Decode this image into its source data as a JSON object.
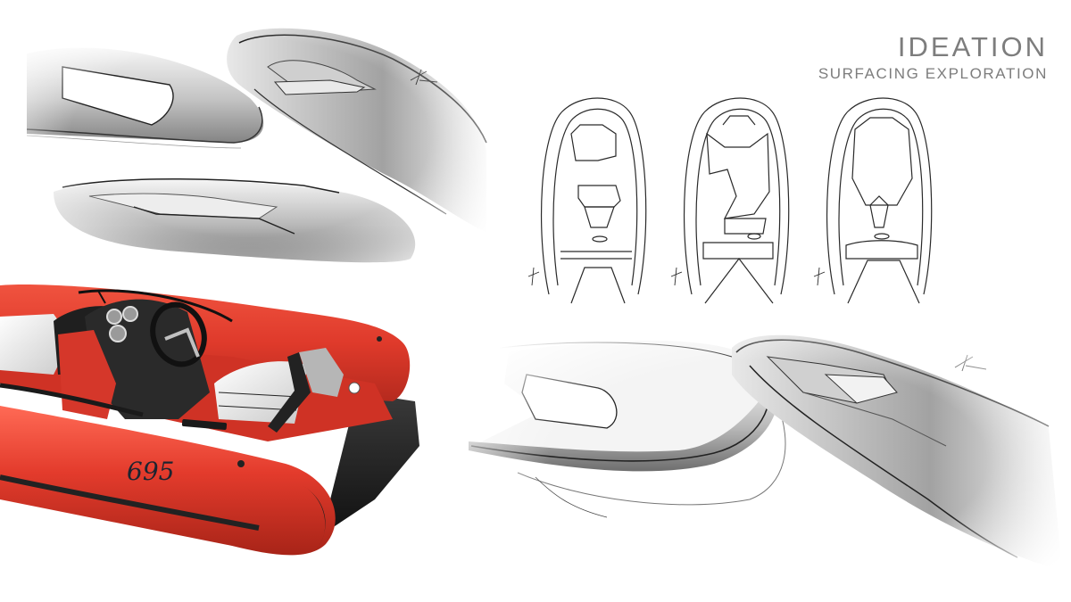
{
  "header": {
    "title": "IDEATION",
    "subtitle": "SURFACING EXPLORATION"
  },
  "boat_photo": {
    "model_number": "695",
    "hull_color": "#e0392c",
    "accent_color": "#1f1f1f",
    "seat_color": "#e9e9e9"
  },
  "sketches": {
    "top_left": "surfacing-sketch-hull-perspectives",
    "top_right": "plan-view-layout-variants",
    "plan_views_count": 3,
    "bottom_right": "surfacing-sketch-cockpit-closeups",
    "stroke_color": "#2a2a2a",
    "shade_color": "#9a9a9a"
  }
}
